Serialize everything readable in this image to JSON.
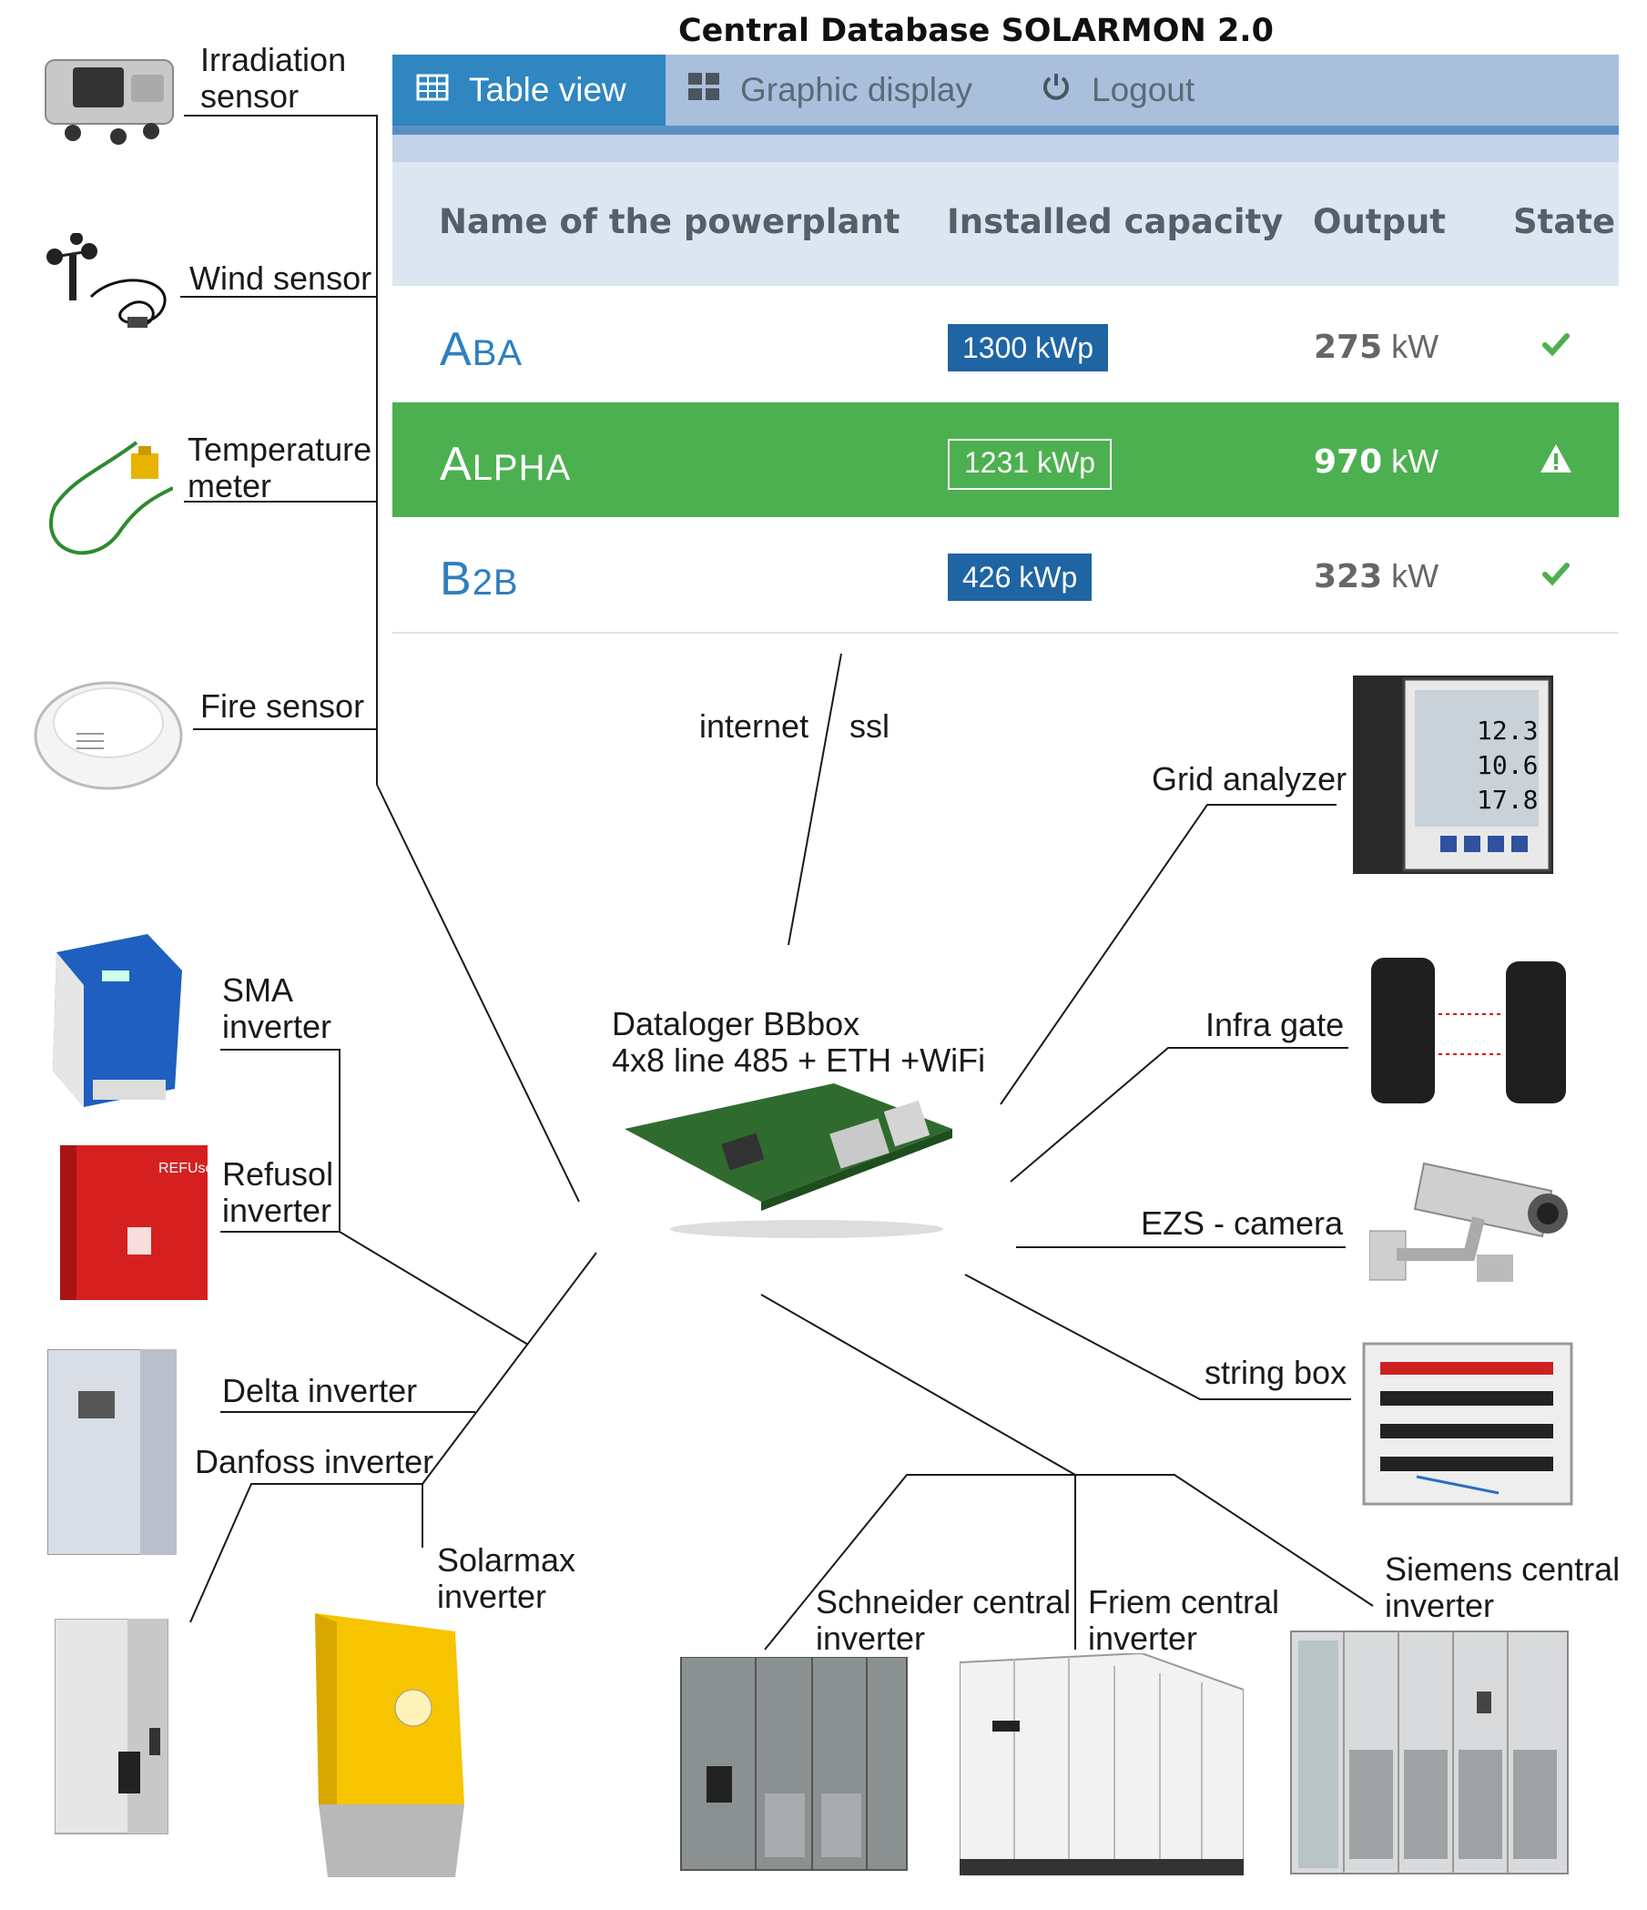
{
  "header": {
    "title": "Central Database SOLARMON 2.0"
  },
  "tabs": [
    {
      "label": "Table view",
      "icon": "table-icon",
      "active": true
    },
    {
      "label": "Graphic display",
      "icon": "grid-icon",
      "active": false
    },
    {
      "label": "Logout",
      "icon": "power-icon",
      "active": false
    }
  ],
  "table": {
    "columns": [
      "Name of the powerplant",
      "Installed capacity",
      "Output",
      "State"
    ],
    "rows": [
      {
        "name_big": "A",
        "name_small": "BA",
        "capacity": "1300 kWp",
        "output_value": "275",
        "output_unit": " kW",
        "state": "ok",
        "state_icon": "check-icon",
        "highlight": false
      },
      {
        "name_big": "A",
        "name_small": "LPHA",
        "capacity": "1231 kWp",
        "output_value": "970",
        "output_unit": " kW",
        "state": "warning",
        "state_icon": "warning-icon",
        "highlight": true
      },
      {
        "name_big": "B",
        "name_small": "2B",
        "capacity": "426 kWp",
        "output_value": "323",
        "output_unit": " kW",
        "state": "ok",
        "state_icon": "check-icon",
        "highlight": false
      }
    ]
  },
  "connection": {
    "left_label": "internet",
    "right_label": "ssl"
  },
  "hub": {
    "line1": "Dataloger BBbox",
    "line2": "4x8 line 485 + ETH +WiFi"
  },
  "sensors": {
    "irradiation": "Irradiation\nsensor",
    "wind": "Wind sensor",
    "temperature": "Temperature\nmeter",
    "fire": "Fire sensor"
  },
  "inverters": {
    "sma": "SMA\ninverter",
    "refusol": "Refusol\ninverter",
    "delta": "Delta inverter",
    "danfoss": "Danfoss inverter",
    "solarmax": "Solarmax\ninverter"
  },
  "peripherals": {
    "grid": "Grid analyzer",
    "infra": "Infra gate",
    "camera": "EZS - camera",
    "stringbox": "string box"
  },
  "central": {
    "schneider": "Schneider central\ninverter",
    "friem": "Friem central\ninverter",
    "siemens": "Siemens central\ninverter"
  },
  "colors": {
    "accent_blue": "#2f86c0",
    "alert_green": "#4cb050",
    "capacity_blue": "#1f64a3",
    "header_bg": "#dce6f1"
  }
}
